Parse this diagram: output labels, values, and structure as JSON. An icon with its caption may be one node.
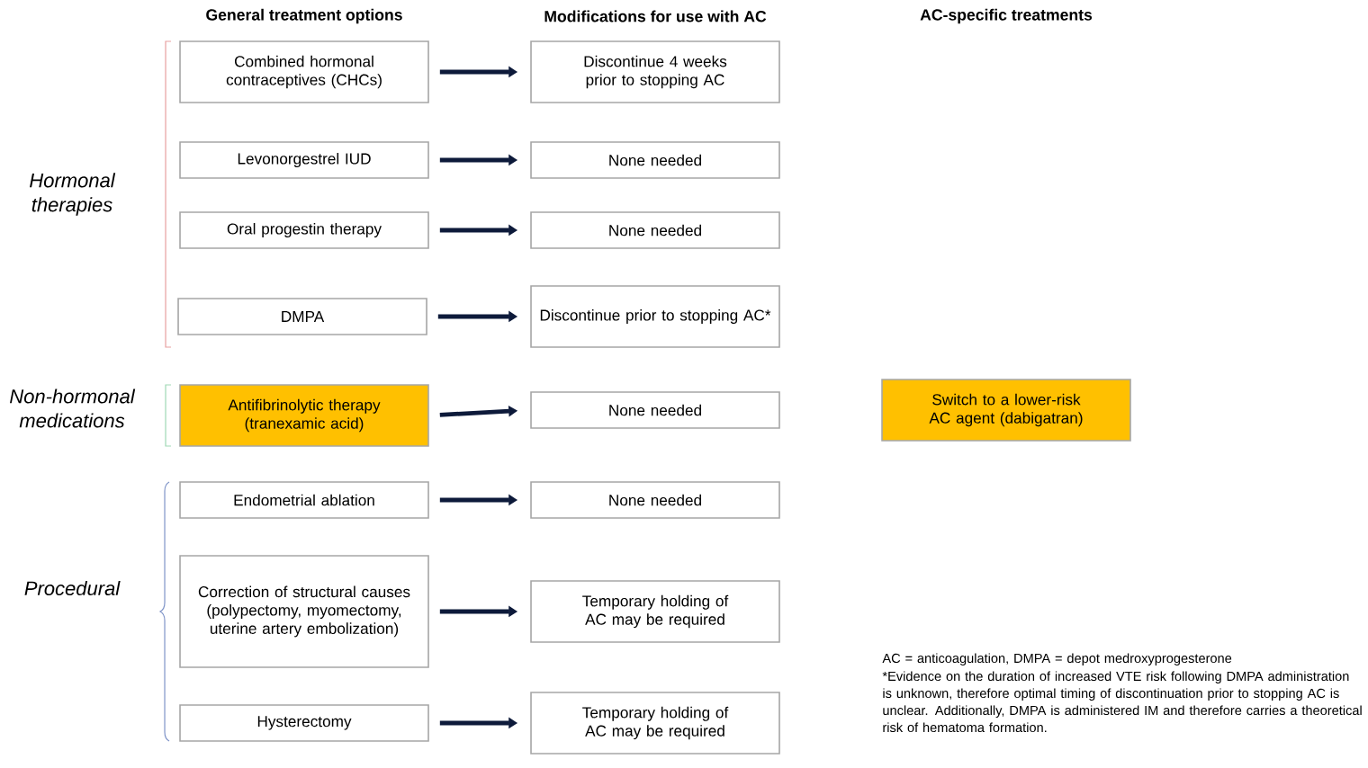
{
  "diagram": {
    "nodes": [
      {
        "text": [
          "Combined hormonal contraceptives (CHCs)"
        ]
      },
      {
        "text": [
          "Levonorgestrel IUD"
        ]
      },
      {
        "text": [
          "Oral progestin therapy"
        ]
      },
      {
        "text": [
          "DMPA"
        ]
      },
      {
        "text": [
          "Antifibrinolytic therapy (tranexamic acid)"
        ]
      },
      {
        "text": [
          "Endometrial ablation"
        ]
      },
      {
        "text": [
          "Correction of structural causes (polypectomy, myomectomy, uterine artery embolization)"
        ]
      },
      {
        "text": [
          "Hysterectomy"
        ]
      },
      {
        "text": [
          "Discontinue 4 weeks prior to stopping AC"
        ]
      },
      {
        "text": [
          "None needed"
        ]
      },
      {
        "text": [
          "None needed"
        ]
      },
      {
        "text": [
          "Discontinue prior to stopping AC*"
        ]
      },
      {
        "text": [
          "None needed"
        ]
      },
      {
        "text": [
          "None needed"
        ]
      },
      {
        "text": [
          "Temporary holding of AC may be required"
        ]
      },
      {
        "text": [
          "Temporary holding of AC may be required"
        ]
      },
      {
        "text": [
          "Switch to a lower-risk AC agent (dabigatran)"
        ]
      }
    ],
    "edges": [
      {
        "from": 0,
        "to": 8,
        "arrow": "to"
      },
      {
        "from": 1,
        "to": 9,
        "arrow": "to"
      },
      {
        "from": 2,
        "to": 10,
        "arrow": "to"
      },
      {
        "from": 3,
        "to": 11,
        "arrow": "to"
      },
      {
        "from": 4,
        "to": 12,
        "arrow": "to"
      },
      {
        "from": 5,
        "to": 13,
        "arrow": "to"
      },
      {
        "from": 6,
        "to": 14,
        "arrow": "to"
      },
      {
        "from": 7,
        "to": 15,
        "arrow": "to"
      }
    ],
    "labels": [
      "General treatment options",
      "Modifications for use with AC",
      "AC-specific treatments",
      "Hormonal therapies",
      "Non-hormonal medications",
      "Procedural",
      "AC = anticoagulation, DMPA = depot medroxyprogesterone",
      "*Evidence on the duration of increased VTE risk following DMPA administration is unknown, therefore optimal timing of discontinuation prior to stopping AC is unclear. Additionally, DMPA is administered IM and therefore carries a theoretical risk of hematoma formation."
    ]
  }
}
